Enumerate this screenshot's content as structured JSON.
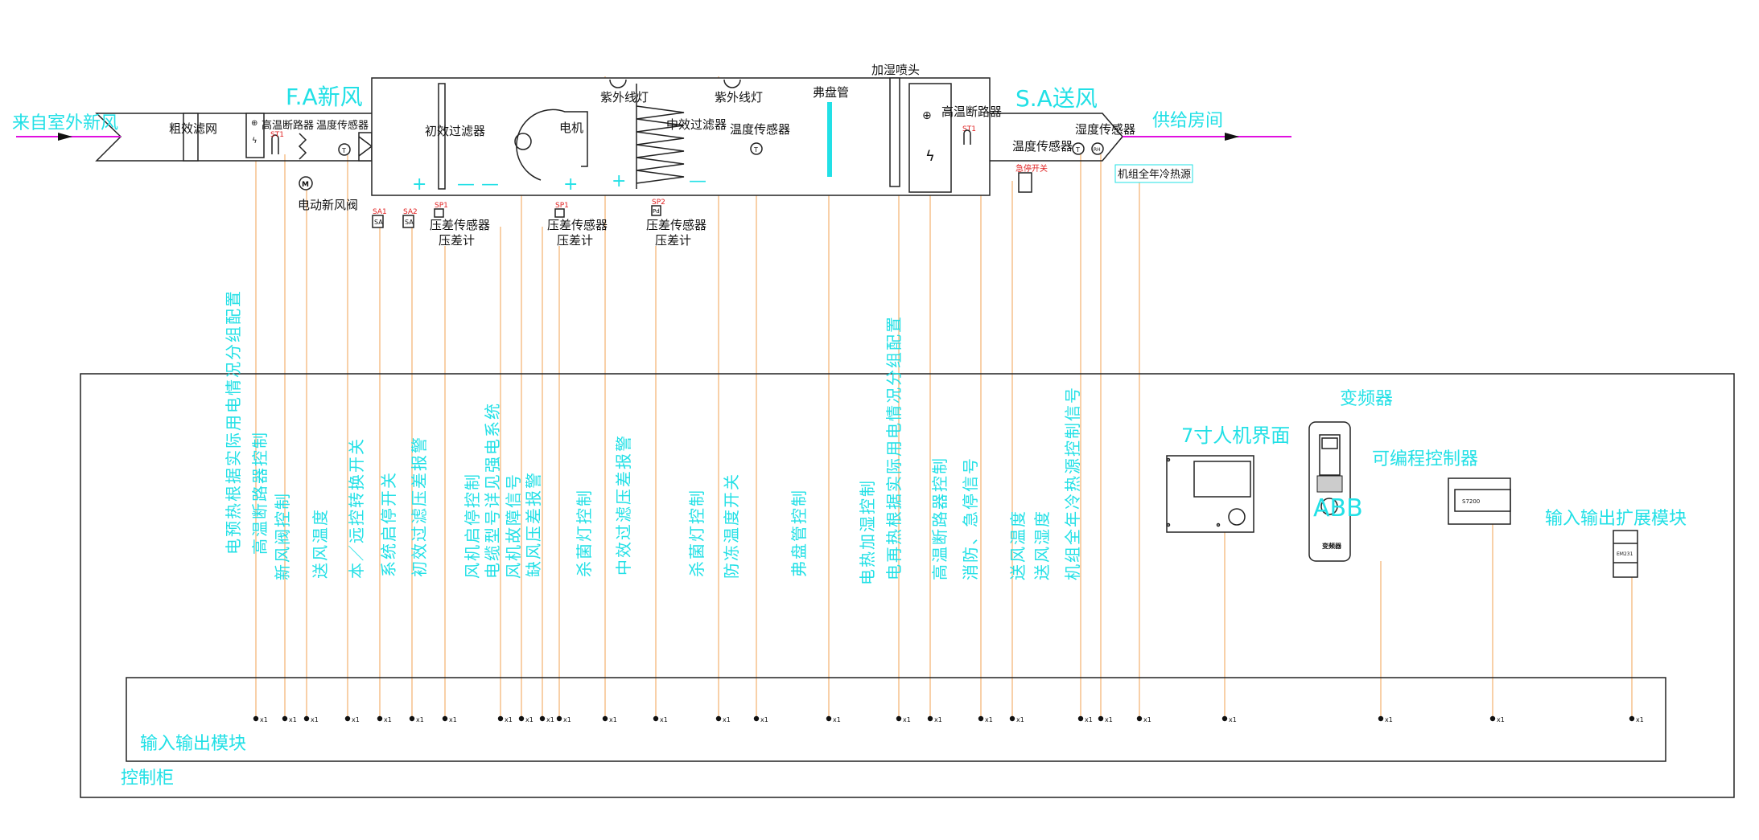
{
  "duct": {
    "inlet_label": "来自室外新风",
    "fa_label": "F.A新风",
    "coarse_filter": "粗效滤网",
    "preheat_breaker": "高温断路器",
    "inlet_temp_sensor": "温度传感器",
    "damper": "电动新风阀",
    "damper_symbol": "M",
    "sa_label": "S.A送风",
    "outlet_label": "供给房间"
  },
  "ahu": {
    "primary_filter": "初效过滤器",
    "motor": "电机",
    "uv_lamp_1": "紫外线灯",
    "medium_filter": "中效过滤器",
    "uv_lamp_2": "紫外线灯",
    "mid_temp_sensor": "温度传感器",
    "coil": "弗盘管",
    "humidifier": "加湿喷头",
    "reheat_breaker": "高温断路器",
    "st1": "ST1",
    "temp_symbol": "T",
    "rh_symbol": "RH",
    "supply_temp_sensor": "温度传感器",
    "supply_humidity_sensor": "湿度传感器",
    "estop": "急停开关",
    "cold_heat_source": "机组全年冷热源",
    "plus": "+",
    "minus": "—"
  },
  "sensors": {
    "sa1": "SA1",
    "sa2": "SA2",
    "sa": "SA",
    "sp1": "SP1",
    "sp2": "SP2",
    "pd": "Pd",
    "dp_sensor": "压差传感器",
    "dp_gauge": "压差计"
  },
  "signals": [
    "电预热根据实际用电情况分组配置",
    "高温断路器控制",
    "新风阀控制",
    "送风温度",
    "本／远控转换开关",
    "系统启停开关",
    "初效过滤压差报警",
    "风机启停控制",
    "电缆型号详见强电系统",
    "风机故障信号",
    "缺风压差报警",
    "杀菌灯控制",
    "中效过滤压差报警",
    "杀菌灯控制",
    "防冻温度开关",
    "弗盘管控制",
    "电热加湿控制",
    "电再热根据实际用电情况分组配置",
    "高温断路器控制",
    "消防、急停信号",
    "送风温度",
    "送风湿度",
    "机组全年冷热源控制信号"
  ],
  "devices": {
    "hmi": "7寸人机界面",
    "vfd": "变频器",
    "vfd_brand": "ABB",
    "vfd_plate": "变频器",
    "plc": "可编程控制器",
    "plc_model": "S7200",
    "io_ext": "输入输出扩展模块",
    "io_ext_model": "EM231"
  },
  "io_module": {
    "label": "输入输出模块",
    "terminal_label": "x1"
  },
  "cabinet": {
    "label": "控制柜"
  },
  "colors": {
    "annotation": "#22e0e6",
    "wire": "#f4b67a",
    "airflow": "#e010e0",
    "tag": "#e02020"
  }
}
